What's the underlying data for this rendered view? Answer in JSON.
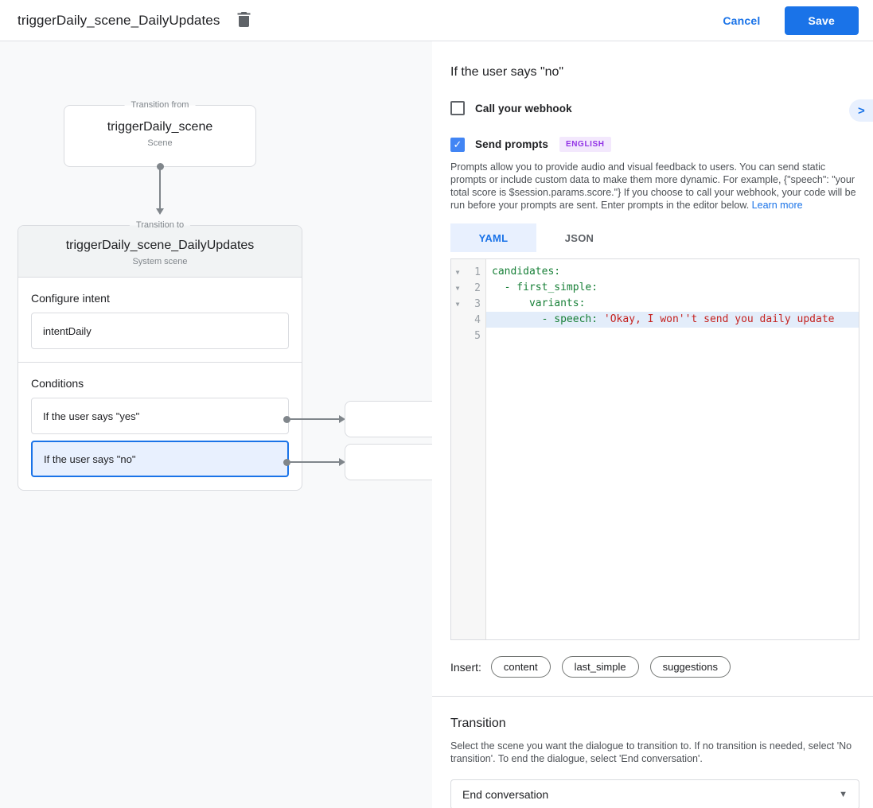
{
  "icons": {
    "check": "✓",
    "chevron_right": ">",
    "fold_arrow": "▼",
    "dropdown_caret": "▼"
  },
  "topbar": {
    "title": "triggerDaily_scene_DailyUpdates",
    "cancel_label": "Cancel",
    "save_label": "Save"
  },
  "canvas": {
    "transition_from": {
      "legend": "Transition from",
      "title": "triggerDaily_scene",
      "subtitle": "Scene"
    },
    "transition_to": {
      "legend": "Transition to",
      "title": "triggerDaily_scene_DailyUpdates",
      "subtitle": "System scene"
    },
    "configure_intent": {
      "label": "Configure intent",
      "value": "intentDaily"
    },
    "conditions": {
      "label": "Conditions",
      "items": [
        {
          "label": "If the user says \"yes\""
        },
        {
          "label": "If the user says \"no\""
        }
      ]
    }
  },
  "panel": {
    "title": "If the user says \"no\"",
    "webhook_label": "Call your webhook",
    "prompts_label": "Send prompts",
    "language_badge": "ENGLISH",
    "description": "Prompts allow you to provide audio and visual feedback to users. You can send static prompts or include custom data to make them more dynamic. For example, {\"speech\": \"your total score is $session.params.score.\"} If you choose to call your webhook, your code will be run before your prompts are sent. Enter prompts in the editor below. ",
    "learn_more_label": "Learn more",
    "tabs": [
      {
        "label": "YAML"
      },
      {
        "label": "JSON"
      }
    ],
    "editor": {
      "line_numbers": [
        "1",
        "2",
        "3",
        "4",
        "5"
      ],
      "lines": [
        {
          "key": "candidates:",
          "value": ""
        },
        {
          "key": "  - first_simple:",
          "value": ""
        },
        {
          "key": "      variants:",
          "value": ""
        },
        {
          "key": "        - speech: ",
          "value": "'Okay, I won''t send you daily update"
        },
        {
          "key": "",
          "value": ""
        }
      ]
    },
    "insert": {
      "label": "Insert:",
      "chips": [
        "content",
        "last_simple",
        "suggestions"
      ]
    },
    "transition": {
      "title": "Transition",
      "description": "Select the scene you want the dialogue to transition to. If no transition is needed, select 'No transition'. To end the dialogue, select 'End conversation'.",
      "value": "End conversation"
    }
  }
}
